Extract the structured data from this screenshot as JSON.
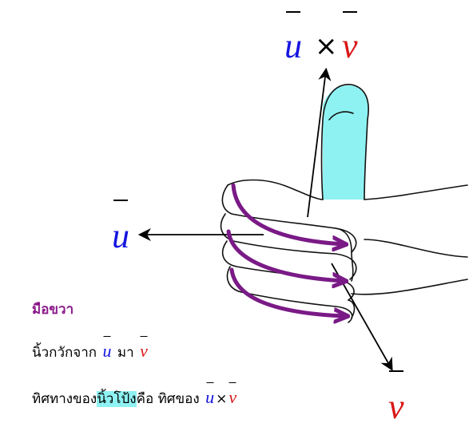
{
  "symbols": {
    "u": "u",
    "v": "v",
    "cross": "×"
  },
  "caption": {
    "title": "มือขวา",
    "line1_prefix": "นิ้วกวักจาก",
    "line1_mid": "มา",
    "line2_prefix": "ทิศทางของ",
    "line2_highlight": "นิ้วโป้ง",
    "line2_mid": "คือ ทิศของ"
  },
  "colors": {
    "u": "#1515e0",
    "v": "#d81818",
    "curl": "#7a1a86",
    "thumb": "#8ff2f2",
    "title": "#8a1a8a"
  }
}
